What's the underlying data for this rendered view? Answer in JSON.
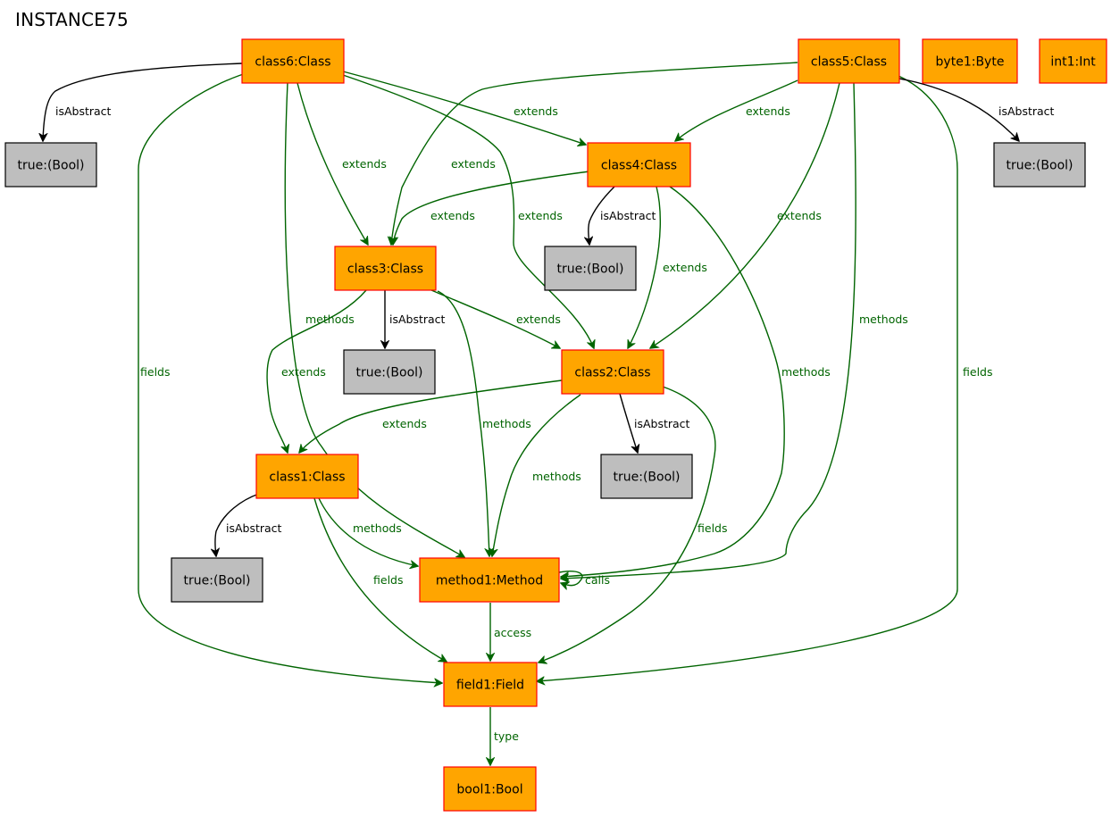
{
  "title": "INSTANCE75",
  "colors": {
    "class_fill": "#FFA500",
    "class_border": "#FF0000",
    "bool_fill": "#BEBEBE",
    "green_edge": "#006400",
    "black_edge": "#000000"
  },
  "nodes": [
    {
      "id": "class6",
      "label": "class6:Class",
      "kind": "orange"
    },
    {
      "id": "class5",
      "label": "class5:Class",
      "kind": "orange"
    },
    {
      "id": "byte1",
      "label": "byte1:Byte",
      "kind": "orange"
    },
    {
      "id": "int1",
      "label": "int1:Int",
      "kind": "orange"
    },
    {
      "id": "true_a",
      "label": "true:(Bool)",
      "kind": "gray"
    },
    {
      "id": "class4",
      "label": "class4:Class",
      "kind": "orange"
    },
    {
      "id": "true_b",
      "label": "true:(Bool)",
      "kind": "gray"
    },
    {
      "id": "class3",
      "label": "class3:Class",
      "kind": "orange"
    },
    {
      "id": "true_c",
      "label": "true:(Bool)",
      "kind": "gray"
    },
    {
      "id": "true_d",
      "label": "true:(Bool)",
      "kind": "gray"
    },
    {
      "id": "class2",
      "label": "class2:Class",
      "kind": "orange"
    },
    {
      "id": "class1",
      "label": "class1:Class",
      "kind": "orange"
    },
    {
      "id": "true_e",
      "label": "true:(Bool)",
      "kind": "gray"
    },
    {
      "id": "true_f",
      "label": "true:(Bool)",
      "kind": "gray"
    },
    {
      "id": "method1",
      "label": "method1:Method",
      "kind": "orange"
    },
    {
      "id": "field1",
      "label": "field1:Field",
      "kind": "orange"
    },
    {
      "id": "bool1",
      "label": "bool1:Bool",
      "kind": "orange"
    }
  ],
  "edges": [
    {
      "id": "e1",
      "from": "class6",
      "to": "true_a",
      "label": "isAbstract",
      "kind": "black"
    },
    {
      "id": "e2",
      "from": "class6",
      "to": "field1",
      "label": "fields",
      "kind": "green"
    },
    {
      "id": "e3",
      "from": "class6",
      "to": "method1",
      "label": "methods",
      "kind": "green"
    },
    {
      "id": "e4",
      "from": "class6",
      "to": "class3",
      "label": "extends",
      "kind": "green"
    },
    {
      "id": "e5",
      "from": "class6",
      "to": "class2",
      "label": "extends",
      "kind": "green"
    },
    {
      "id": "e6",
      "from": "class6",
      "to": "class4",
      "label": "extends",
      "kind": "green"
    },
    {
      "id": "e7",
      "from": "class5",
      "to": "class3",
      "label": "extends",
      "kind": "green"
    },
    {
      "id": "e8",
      "from": "class5",
      "to": "class4",
      "label": "extends",
      "kind": "green"
    },
    {
      "id": "e9",
      "from": "class5",
      "to": "class2",
      "label": "extends",
      "kind": "green"
    },
    {
      "id": "e10",
      "from": "class5",
      "to": "method1",
      "label": "methods",
      "kind": "green"
    },
    {
      "id": "e11",
      "from": "class5",
      "to": "field1",
      "label": "fields",
      "kind": "green"
    },
    {
      "id": "e12",
      "from": "class5",
      "to": "true_f",
      "label": "isAbstract",
      "kind": "black"
    },
    {
      "id": "e13",
      "from": "class4",
      "to": "class3",
      "label": "extends",
      "kind": "green"
    },
    {
      "id": "e14",
      "from": "class4",
      "to": "true_b",
      "label": "isAbstract",
      "kind": "black"
    },
    {
      "id": "e15",
      "from": "class4",
      "to": "class2",
      "label": "extends",
      "kind": "green"
    },
    {
      "id": "e16",
      "from": "class4",
      "to": "method1",
      "label": "methods",
      "kind": "green"
    },
    {
      "id": "e17",
      "from": "class3",
      "to": "true_c",
      "label": "isAbstract",
      "kind": "black"
    },
    {
      "id": "e18",
      "from": "class3",
      "to": "class2",
      "label": "extends",
      "kind": "green"
    },
    {
      "id": "e19",
      "from": "class3",
      "to": "class1",
      "label": "extends",
      "kind": "green"
    },
    {
      "id": "e20",
      "from": "class3",
      "to": "method1",
      "label": "methods",
      "kind": "green"
    },
    {
      "id": "e21",
      "from": "class2",
      "to": "class1",
      "label": "extends",
      "kind": "green"
    },
    {
      "id": "e22",
      "from": "class2",
      "to": "true_d",
      "label": "isAbstract",
      "kind": "black"
    },
    {
      "id": "e23",
      "from": "class2",
      "to": "method1",
      "label": "methods",
      "kind": "green"
    },
    {
      "id": "e24",
      "from": "class2",
      "to": "field1",
      "label": "fields",
      "kind": "green"
    },
    {
      "id": "e25",
      "from": "class1",
      "to": "true_e",
      "label": "isAbstract",
      "kind": "black"
    },
    {
      "id": "e26",
      "from": "class1",
      "to": "method1",
      "label": "methods",
      "kind": "green"
    },
    {
      "id": "e27",
      "from": "class1",
      "to": "field1",
      "label": "fields",
      "kind": "green"
    },
    {
      "id": "e28",
      "from": "method1",
      "to": "method1",
      "label": "calls",
      "kind": "green"
    },
    {
      "id": "e29",
      "from": "method1",
      "to": "field1",
      "label": "access",
      "kind": "green"
    },
    {
      "id": "e30",
      "from": "field1",
      "to": "bool1",
      "label": "type",
      "kind": "green"
    }
  ]
}
